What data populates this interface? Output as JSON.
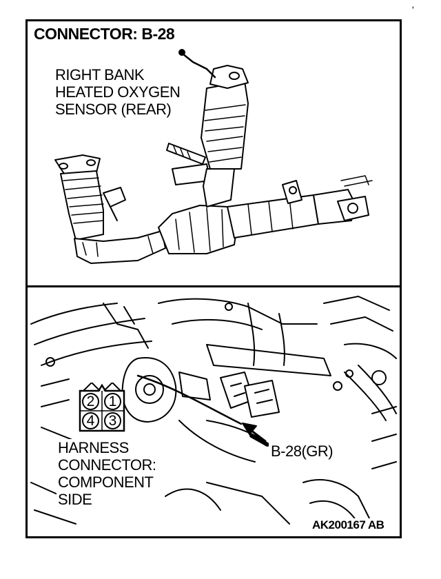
{
  "title": "CONNECTOR: B-28",
  "sensor_label": [
    "RIGHT BANK",
    "HEATED OXYGEN",
    "SENSOR (REAR)"
  ],
  "harness_label": [
    "HARNESS",
    "CONNECTOR:",
    "COMPONENT",
    "SIDE"
  ],
  "connector_callout": "B-28(GR)",
  "connector_pins": [
    "2",
    "1",
    "4",
    "3"
  ],
  "figure_code": "AK200167 AB",
  "corner_mark": "'"
}
